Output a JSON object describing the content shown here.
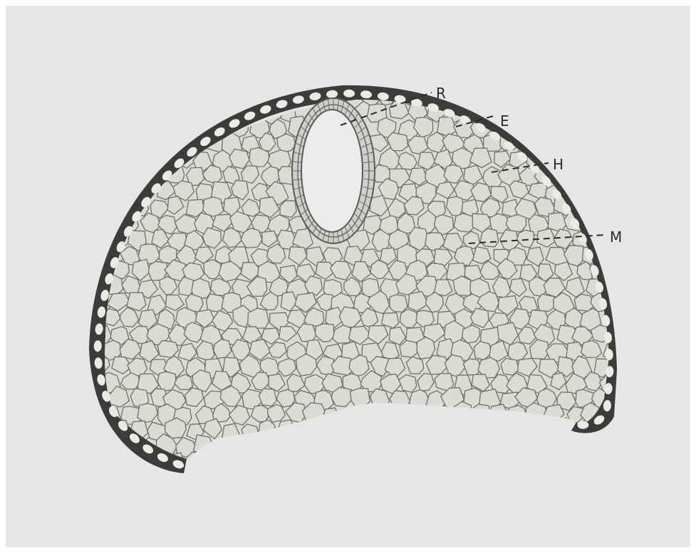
{
  "figure": {
    "labels": [
      {
        "id": "R",
        "text": "R"
      },
      {
        "id": "E",
        "text": "E"
      },
      {
        "id": "H",
        "text": "H"
      },
      {
        "id": "M",
        "text": "M"
      }
    ]
  },
  "colors": {
    "background": "#e6e6e4",
    "tissue": "#dadad7",
    "cell_wall": "#6f6f6c",
    "epidermis": "#3c3c3a",
    "epidermal_cell": "#eaeae7",
    "canal_lumen": "#ececea",
    "leader": "#2a2a2a"
  }
}
